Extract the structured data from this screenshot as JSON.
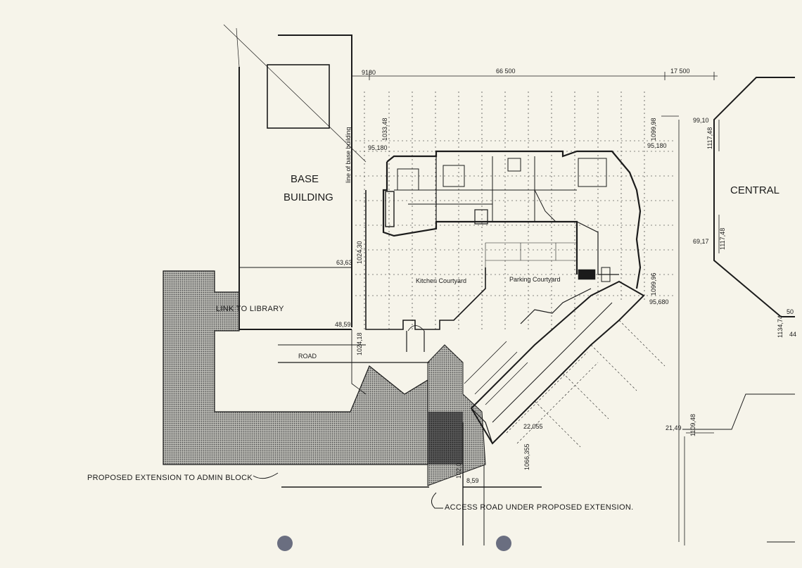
{
  "labels": {
    "base_building_1": "BASE",
    "base_building_2": "BUILDING",
    "central": "CENTRAL",
    "link_to_library": "LINK TO LIBRARY",
    "road": "ROAD",
    "kitchen_courtyard": "Kitchen Courtyard",
    "parking_courtyard": "Parking Courtyard",
    "line_of_base_building": "line of base building",
    "proposed_extension": "PROPOSED EXTENSION TO ADMIN BLOCK",
    "access_road": "ACCESS ROAD UNDER PROPOSED EXTENSION."
  },
  "dimensions": {
    "d9180": "9180",
    "d66500": "66 500",
    "d17500": "17 500",
    "d9910": "99,10",
    "d111748_top": "1117,48",
    "d6917": "69,17",
    "d111748_bottom": "1117,48",
    "d103348": "1033,48",
    "d95180_left": "95,180",
    "d109998": "1099,98",
    "d95180_right": "95,180",
    "d6363": "63,63",
    "d102430": "1024,30",
    "d4859": "48,59",
    "d102418": "1024,18",
    "d109996": "1099,96",
    "d95680": "95,680",
    "d22055": "22,055",
    "d1066355": "1066,355",
    "d2149": "21,49",
    "d110948": "1109,48",
    "d859": "8,59",
    "d102": "102,0",
    "d113474": "1134,74",
    "d50": "50",
    "d44": "44"
  },
  "colors": {
    "paper": "#f6f4ea",
    "ink": "#1b1b1b",
    "hatch": "#8d8d8d",
    "hatch_dark": "#555555",
    "punch_hole": "#6a6e80"
  }
}
